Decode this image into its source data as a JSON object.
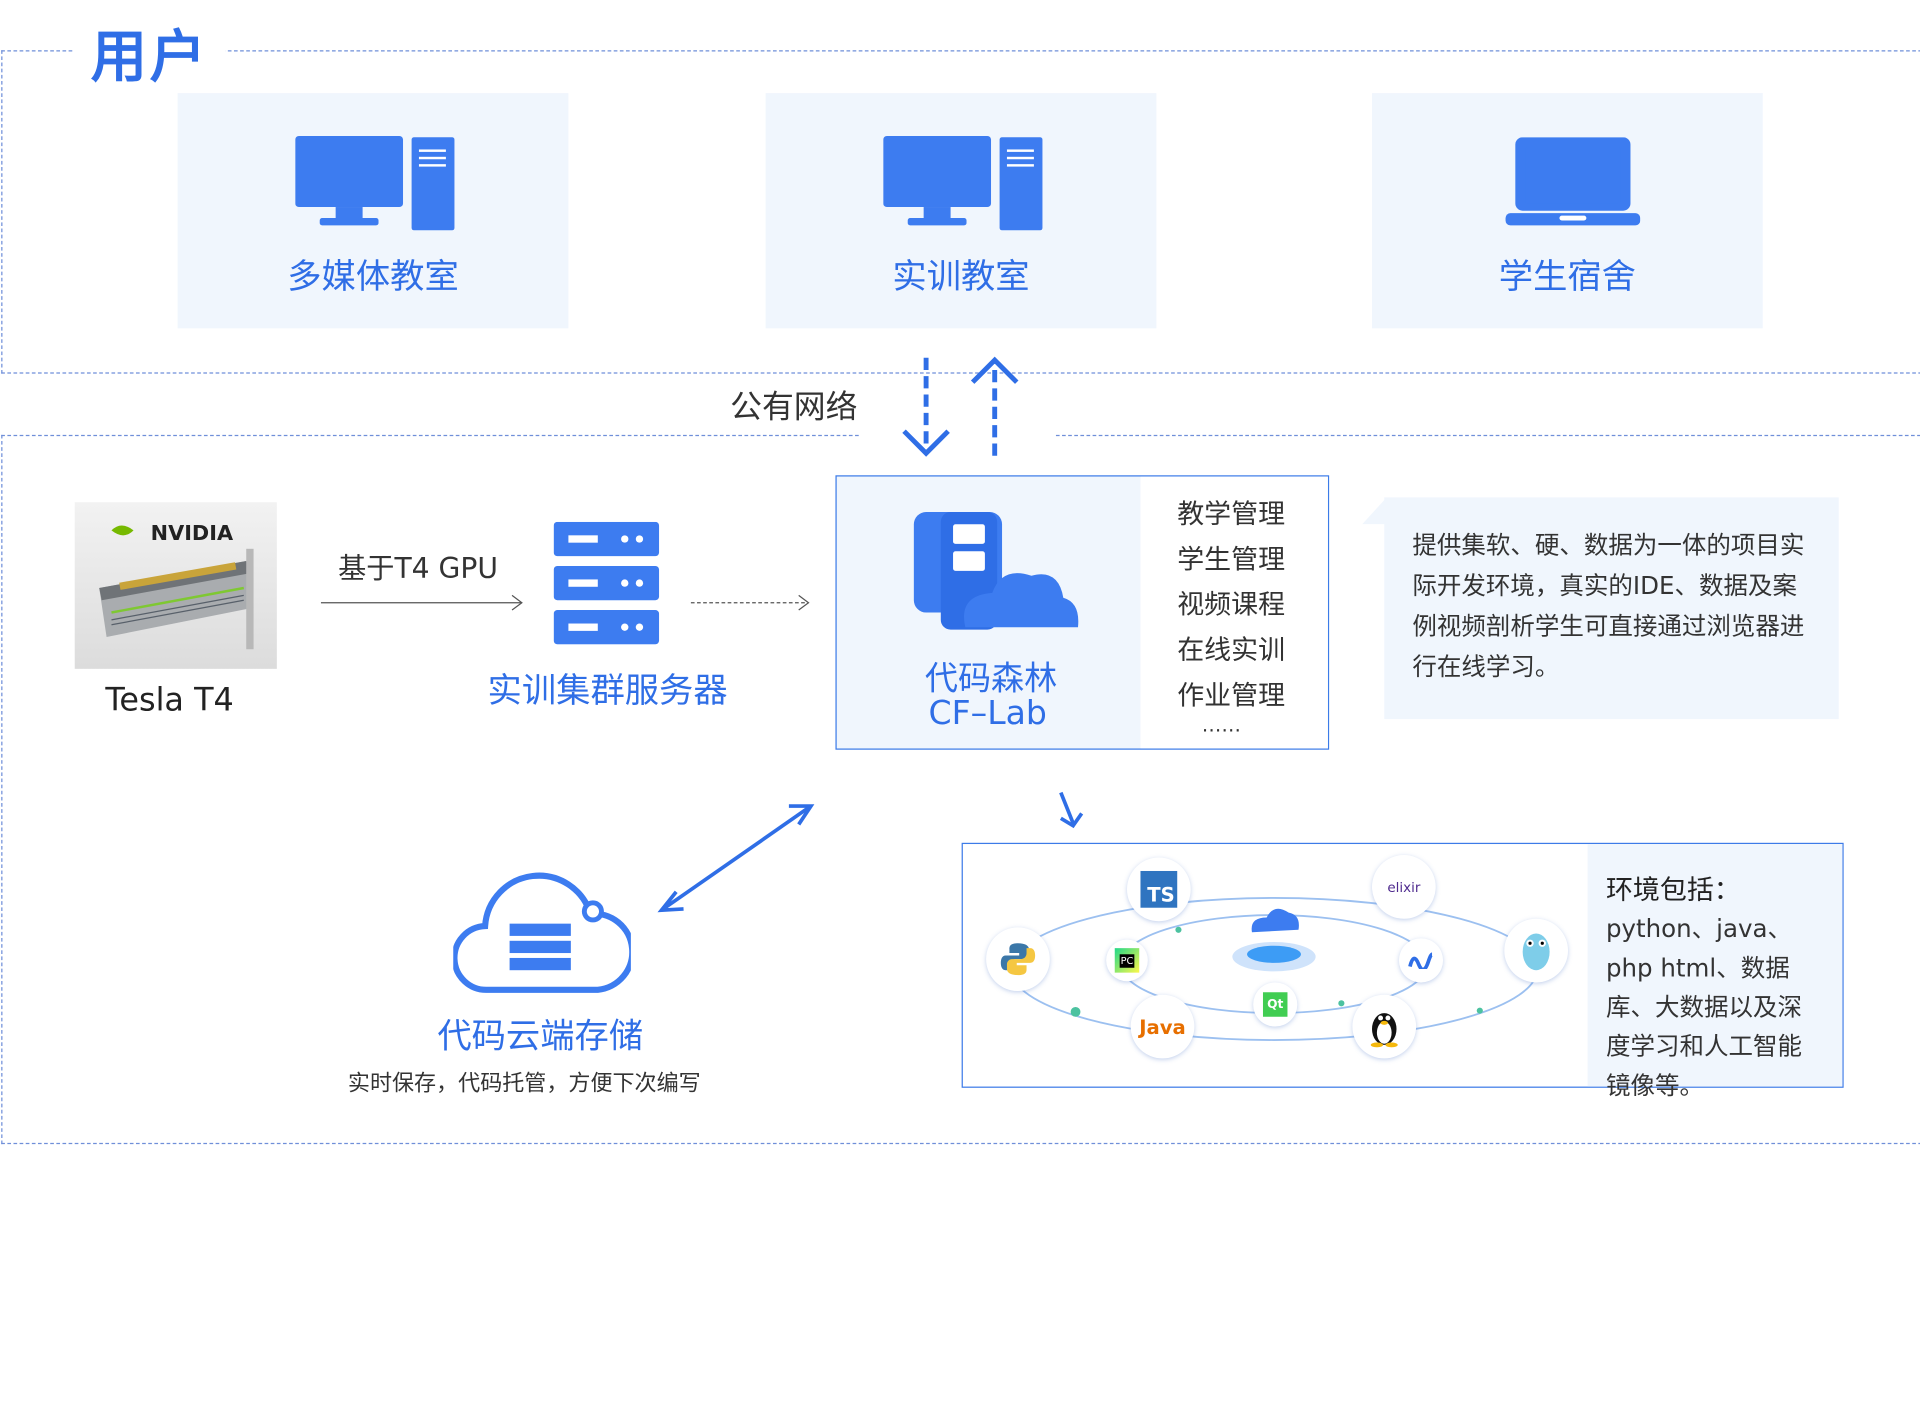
{
  "users": {
    "title": "用户",
    "cards": [
      {
        "label": "多媒体教室",
        "icon": "desktop-computer-icon"
      },
      {
        "label": "实训教室",
        "icon": "desktop-computer-icon"
      },
      {
        "label": "学生宿舍",
        "icon": "laptop-icon"
      }
    ]
  },
  "network": {
    "label": "公有网络"
  },
  "gpu": {
    "caption": "Tesla T4",
    "brand": "NVIDIA"
  },
  "link_label": "基于T4 GPU",
  "server": {
    "label": "实训集群服务器"
  },
  "platform": {
    "name": "代码森林",
    "subname": "CF–Lab",
    "menu": [
      "教学管理",
      "学生管理",
      "视频课程",
      "在线实训",
      "作业管理",
      "……"
    ]
  },
  "description": "提供集软、硬、数据为一体的项目实际开发环境，真实的IDE、数据及案例视频剖析学生可直接通过浏览器进行在线学习。",
  "storage": {
    "title": "代码云端存储",
    "subtitle": "实时保存，代码托管，方便下次编写"
  },
  "environment": {
    "title": "环境包括：",
    "text": "python、java、php html、数据库、大数据以及深度学习和人工智能镜像等。",
    "logos": {
      "ts": "TS",
      "elixir": "elixir",
      "java": "Java",
      "pycharm": "PC",
      "qt": "Qt"
    }
  },
  "colors": {
    "accent": "#2f6ee6",
    "card_bg": "#f0f6fd"
  }
}
